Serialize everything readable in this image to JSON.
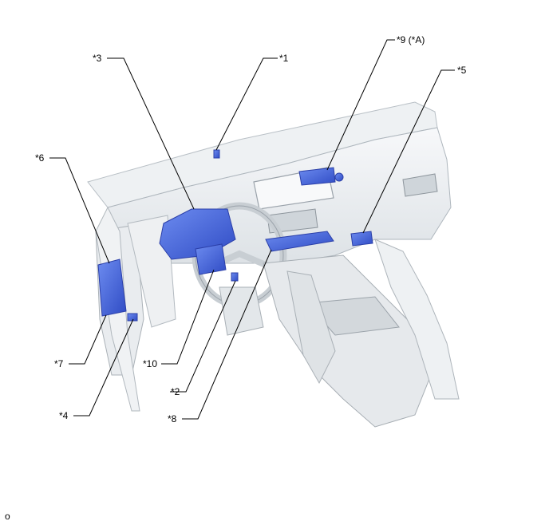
{
  "diagram": {
    "callouts": [
      {
        "id": "c1",
        "label": "*1"
      },
      {
        "id": "c2",
        "label": "*2"
      },
      {
        "id": "c3",
        "label": "*3"
      },
      {
        "id": "c4",
        "label": "*4"
      },
      {
        "id": "c5",
        "label": "*5"
      },
      {
        "id": "c6",
        "label": "*6"
      },
      {
        "id": "c7",
        "label": "*7"
      },
      {
        "id": "c8",
        "label": "*8"
      },
      {
        "id": "c9",
        "label": "*9 (*A)"
      },
      {
        "id": "c10",
        "label": "*10"
      }
    ],
    "footer_mark": "o",
    "colors": {
      "component_blue": "#4a6fe0",
      "component_edge": "#2b3fa8",
      "dash_light": "#f2f4f6",
      "dash_shade": "#d8dde2",
      "line": "#000000"
    }
  }
}
